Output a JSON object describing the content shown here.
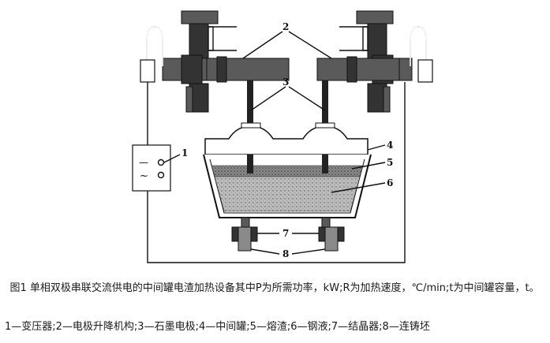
{
  "figure": {
    "callouts": [
      "1",
      "2",
      "3",
      "4",
      "5",
      "6",
      "7",
      "8"
    ],
    "transformer_symbols": [
      "—",
      "~"
    ],
    "caption": "图1 单相双极串联交流供电的中间罐电渣加热设备其中P为所需功率，kW;R为加热速度，℃/min;t为中间罐容量，t。",
    "legend": "1—变压器;2—电极升降机构;3—石墨电极;4—中间罐;5—熔渣;6—钢液;7—结晶器;8—连铸坯"
  }
}
